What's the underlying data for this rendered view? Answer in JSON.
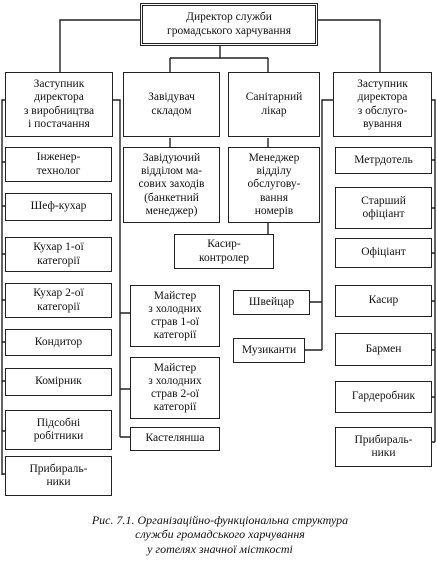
{
  "director": "Директор служби\nгромадського харчування",
  "columns": {
    "production_deputy": "Заступник\nдиректора\nз виробництва\nі постачання",
    "warehouse_manager": "Завідувач\nскладом",
    "sanitary_doctor": "Санітарний\nлікар",
    "service_deputy": "Заступник\nдиректора\nз обслуго-\nвування"
  },
  "production_staff": [
    "Інженер-\nтехнолог",
    "Шеф-кухар",
    "Кухар 1-ої\nкатегорії",
    "Кухар 2-ої\nкатегорії",
    "Кондитор",
    "Комірник",
    "Підсобні\nробітники",
    "Прибираль-\nники"
  ],
  "cold_dishes": [
    "Майстер\nз холодних\nстрав 1-ої\nкатегорії",
    "Майстер\nз холодних\nстрав 2-ої\nкатегорії"
  ],
  "linen_keeper": "Кастелянша",
  "mass_events_manager": "Завідуючий\nвідділом ма-\nсових заходів\n(банкетний\nменеджер)",
  "room_service_manager": "Менеджер\nвідділу\nобслугову-\nвання\nномерів",
  "cashier_controller": "Касир-\nконтролер",
  "doorman": "Швейцар",
  "musicians": "Музиканти",
  "service_staff": [
    "Метрдотель",
    "Старший\nофіціант",
    "Офіціант",
    "Касир",
    "Бармен",
    "Гардеробник",
    "Прибираль-\nники"
  ],
  "caption": {
    "line1": "Рис. 7.1. Організаційно-функціональна структура",
    "line2": "служби громадського харчування",
    "line3": "у готелях значної місткості"
  }
}
